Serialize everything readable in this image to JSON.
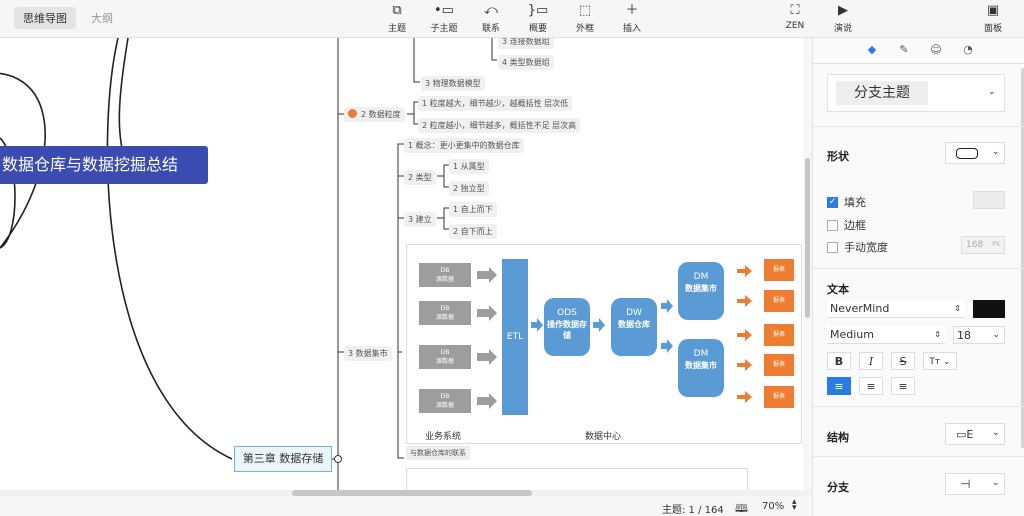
{
  "view_tabs": {
    "mindmap": "思维导图",
    "outline": "大纲"
  },
  "toolbar": {
    "topic": "主题",
    "subtopic": "子主题",
    "relation": "联系",
    "summary": "概要",
    "boundary": "外框",
    "insert": "插入",
    "zen": "ZEN",
    "present": "演说",
    "panel": "面板"
  },
  "mindmap": {
    "root": "数据仓库与数据挖掘总结",
    "chapter": "第三章 数据存储",
    "nodes": {
      "n_data_group3": "3 连接数据组",
      "n_data_group4": "4 类型数据组",
      "n_phys_model": "3 物理数据模型",
      "n_granularity": "2 数据粒度",
      "n_gran_1": "1 粒度越大，细节越少，越概括性 层次低",
      "n_gran_2": "2 粒度越小，细节越多，概括性不足 层次高",
      "n_concept": "1 概念：更小更集中的数据仓库",
      "n_type": "2 类型",
      "n_type_1": "1 从属型",
      "n_type_2": "2 独立型",
      "n_build": "3 建立",
      "n_build_1": "1 自上而下",
      "n_build_2": "2 自下而上",
      "n_datamart": "3 数据集市",
      "n_relation": "与数据仓库的联系"
    },
    "diagram": {
      "db_label": "DB",
      "db_sub": "源数据",
      "etl": "ETL",
      "ods_title": "ODS",
      "ods_sub": "操作数据存储",
      "dw_title": "DW",
      "dw_sub": "数据仓库",
      "dm_title": "DM",
      "dm_sub": "数据集市",
      "report": "报表",
      "caption_business": "业务系统",
      "caption_center": "数据中心"
    }
  },
  "status": {
    "topic_count": "主题: 1 / 164",
    "zoom": "70%"
  },
  "panel": {
    "branch_theme": "分支主题",
    "shape_title": "形状",
    "fill_label": "填充",
    "border_label": "边框",
    "manual_width_label": "手动宽度",
    "manual_width_value": "168",
    "manual_width_unit": "PX",
    "text_title": "文本",
    "font_family": "NeverMind",
    "font_weight": "Medium",
    "font_size": "18",
    "text_color": "#111111",
    "structure_title": "结构",
    "branch_title": "分支"
  }
}
